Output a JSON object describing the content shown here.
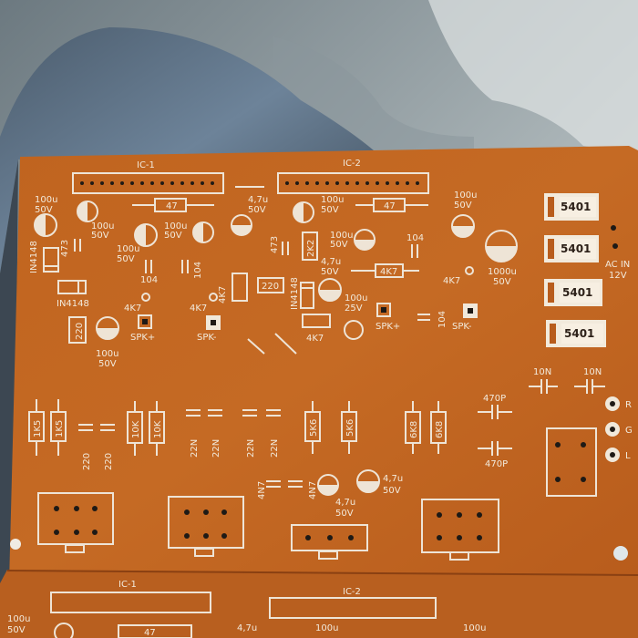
{
  "board": {
    "ic_labels": [
      "IC-1",
      "IC-2"
    ],
    "regulators": [
      "5401",
      "5401",
      "5401",
      "5401"
    ],
    "ac_in": [
      "AC IN",
      "12V"
    ],
    "spk": [
      "SPK+",
      "SPK-",
      "SPK+",
      "SPK-"
    ],
    "resistors_top": [
      "47",
      "47",
      "4K7",
      "2K2",
      "220",
      "220",
      "4K7"
    ],
    "caps_top": [
      "100u",
      "50V",
      "104",
      "4,7u",
      "473",
      "1000u",
      "25V",
      "10N",
      "470P"
    ],
    "diodes": [
      "IN4148",
      "IN4148"
    ],
    "resistors_mid": [
      "1K5",
      "1K5",
      "10K",
      "10K",
      "5K6",
      "5K6",
      "6K8",
      "6K8"
    ],
    "caps_mid": [
      "220",
      "22N",
      "4N7"
    ],
    "connector_letters": [
      "R",
      "G",
      "L"
    ]
  }
}
